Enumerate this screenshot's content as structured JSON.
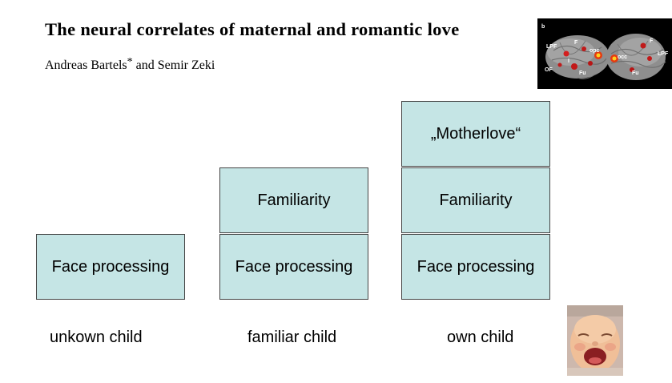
{
  "header": {
    "title": "The neural correlates of maternal and romantic love",
    "authors": "Andreas Bartels",
    "author_mark": "*",
    "authors_rest": " and Semir Zeki"
  },
  "brain_figure": {
    "panel_label": "b",
    "region_labels": [
      "LPF",
      "F",
      "opc",
      "OF",
      "I",
      "Fu",
      "F",
      "occ",
      "LPF",
      "Fu"
    ]
  },
  "columns": [
    {
      "caption": "unkown child",
      "boxes": [
        "Face processing"
      ]
    },
    {
      "caption": "familiar child",
      "boxes": [
        "Familiarity",
        "Face processing"
      ]
    },
    {
      "caption": "own child",
      "boxes": [
        "„Motherlove“",
        "Familiarity",
        "Face processing"
      ]
    }
  ]
}
